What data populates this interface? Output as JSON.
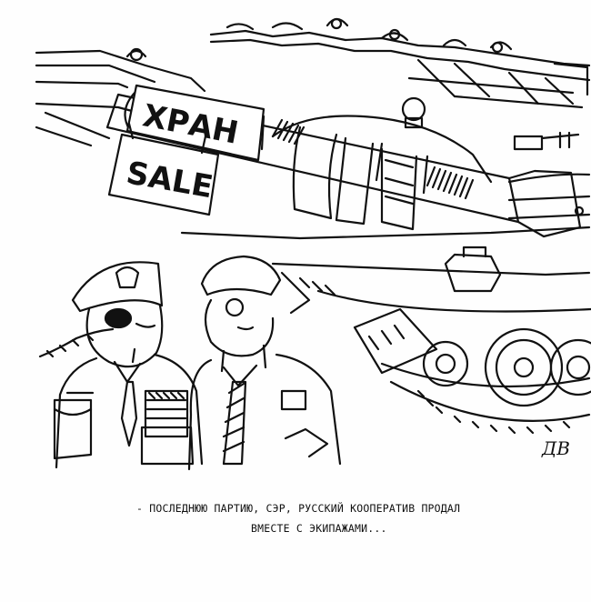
{
  "cartoon": {
    "tag_top_text": "ХРАН",
    "sale_sign_text": "SALE",
    "signature": "ДВ",
    "caption_line1": "- ПОСЛЕДНЮЮ ПАРТИЮ, СЭР, РУССКИЙ КООПЕРАТИВ ПРОДАЛ",
    "caption_line2": "ВМЕСТЕ С ЭКИПАЖАМИ..."
  },
  "colors": {
    "ink": "#111111",
    "paper": "#fefefe"
  }
}
